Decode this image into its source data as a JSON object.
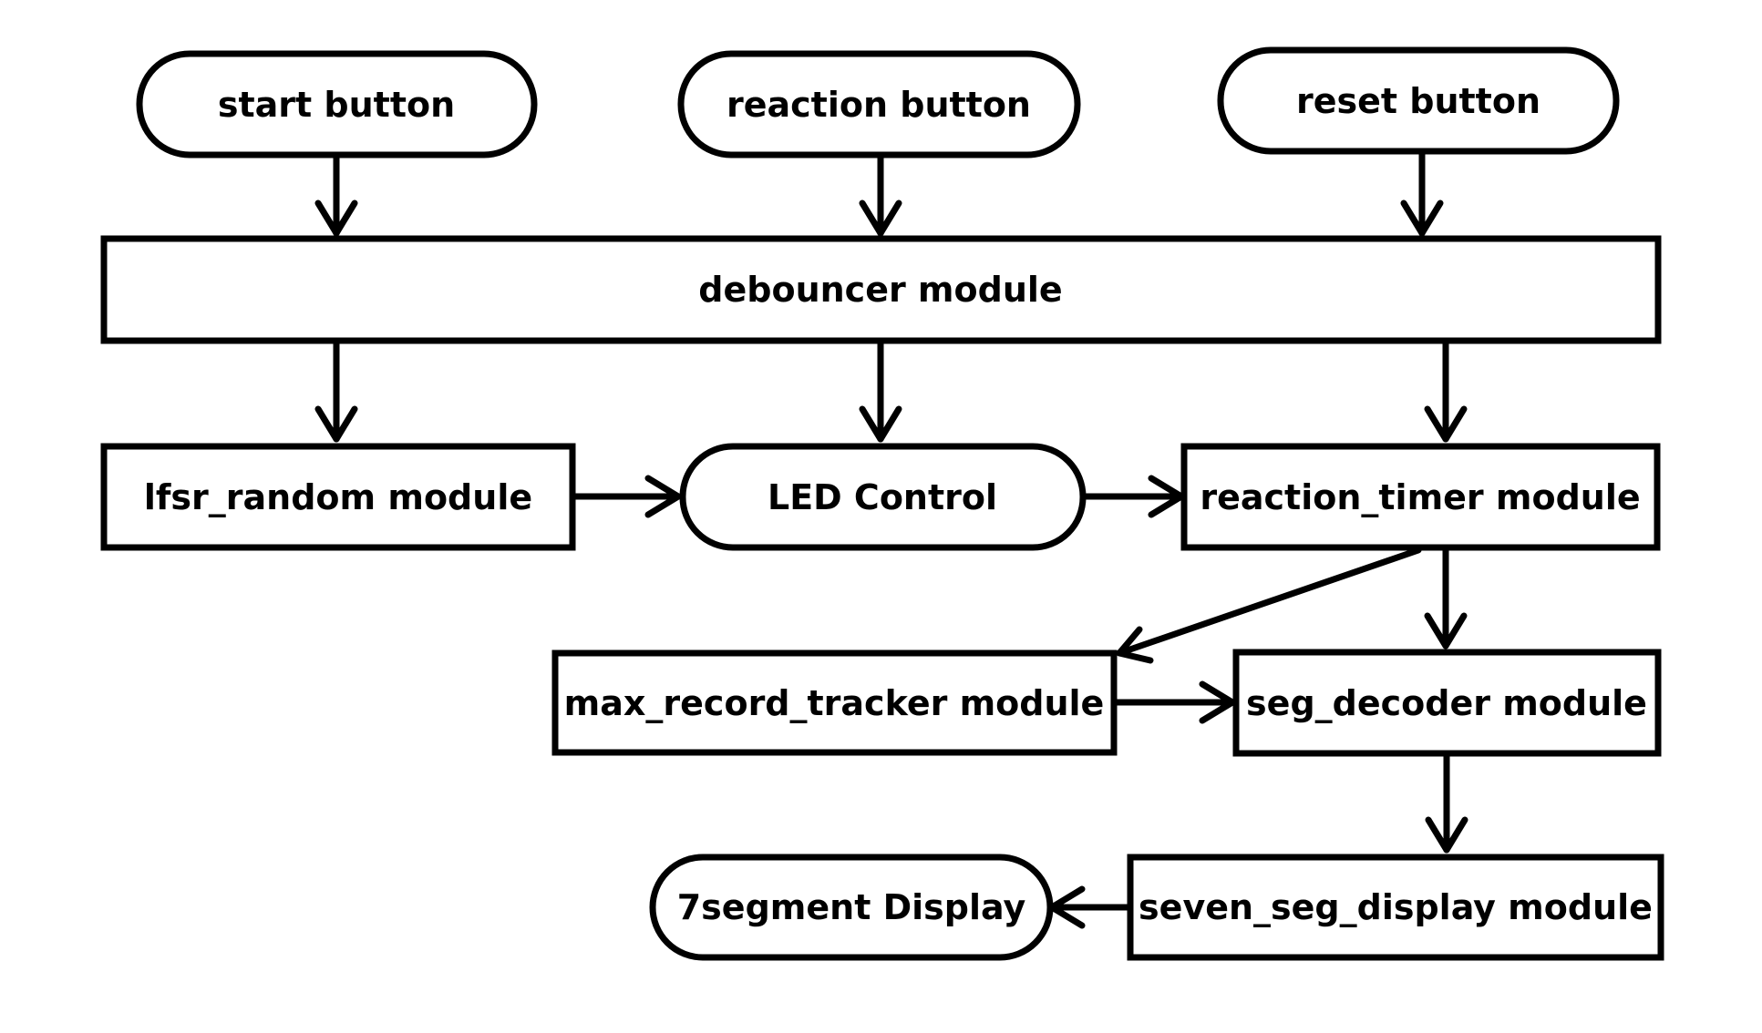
{
  "diagram": {
    "nodes": {
      "start_button": "start button",
      "reaction_button": "reaction button",
      "reset_button": "reset button",
      "debouncer": "debouncer module",
      "lfsr_random": "lfsr_random module",
      "led_control": "LED Control",
      "reaction_timer": "reaction_timer module",
      "max_record_tracker": "max_record_tracker module",
      "seg_decoder": "seg_decoder module",
      "seven_seg_display": "seven_seg_display module",
      "display_7seg": "7segment Display"
    },
    "edges": [
      {
        "from": "start_button",
        "to": "debouncer"
      },
      {
        "from": "reaction_button",
        "to": "debouncer"
      },
      {
        "from": "reset_button",
        "to": "debouncer"
      },
      {
        "from": "debouncer",
        "to": "lfsr_random"
      },
      {
        "from": "debouncer",
        "to": "led_control"
      },
      {
        "from": "debouncer",
        "to": "reaction_timer"
      },
      {
        "from": "lfsr_random",
        "to": "led_control"
      },
      {
        "from": "led_control",
        "to": "reaction_timer"
      },
      {
        "from": "reaction_timer",
        "to": "max_record_tracker"
      },
      {
        "from": "reaction_timer",
        "to": "seg_decoder"
      },
      {
        "from": "max_record_tracker",
        "to": "seg_decoder"
      },
      {
        "from": "seg_decoder",
        "to": "seven_seg_display"
      },
      {
        "from": "seven_seg_display",
        "to": "display_7seg"
      }
    ]
  }
}
